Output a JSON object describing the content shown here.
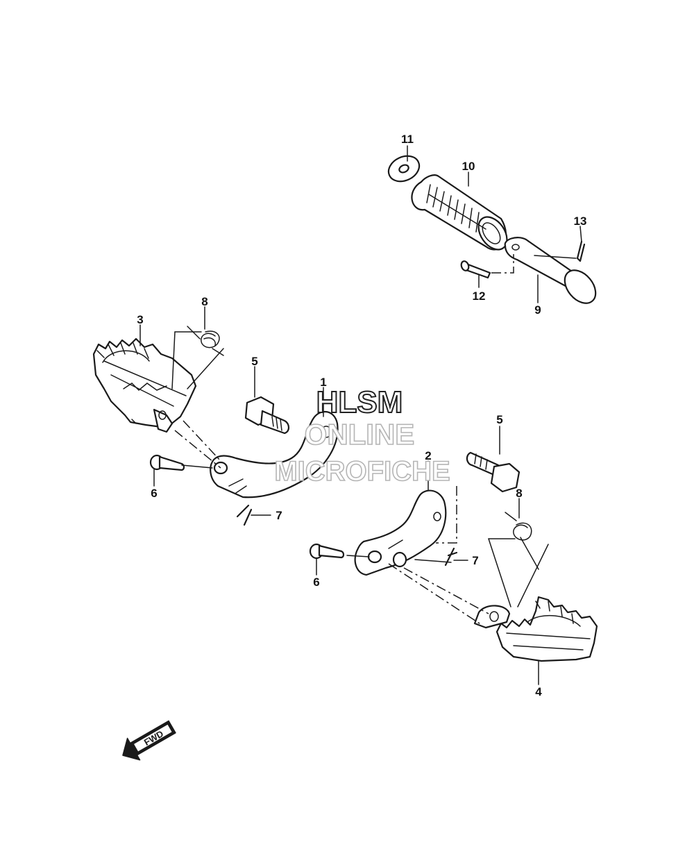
{
  "callouts": {
    "c1": "1",
    "c2": "2",
    "c3": "3",
    "c4": "4",
    "c5a": "5",
    "c5b": "5",
    "c6a": "6",
    "c6b": "6",
    "c7a": "7",
    "c7b": "7",
    "c8a": "8",
    "c8b": "8",
    "c9": "9",
    "c10": "10",
    "c11": "11",
    "c12": "12",
    "c13": "13"
  },
  "watermark": {
    "line1": "HLSM",
    "line2": "ONLINE",
    "line3": "MICROFICHE"
  },
  "direction_badge": {
    "label": "FWD",
    "icon": "forward-arrow-icon"
  },
  "colors": {
    "ink": "#1a1a1a",
    "watermark_outline": "#b5b5b5",
    "background": "#ffffff"
  }
}
